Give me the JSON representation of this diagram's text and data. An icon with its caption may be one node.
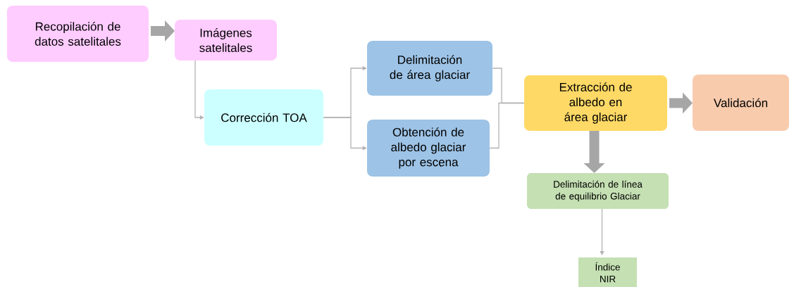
{
  "diagram": {
    "nodes": [
      {
        "text": [
          "Recopilación de datos satelitales"
        ]
      },
      {
        "text": [
          "Imágenes satelitales"
        ]
      },
      {
        "text": [
          "Corrección TOA"
        ]
      },
      {
        "text": [
          "Delimitación de área glaciar"
        ]
      },
      {
        "text": [
          "Obtención de albedo glaciar por escena"
        ]
      },
      {
        "text": [
          "Extracción de albedo en área glaciar"
        ]
      },
      {
        "text": [
          "Validación"
        ]
      },
      {
        "text": [
          "Delimitación de línea de equilibrio Glaciar"
        ]
      },
      {
        "text": [
          "Índice NIR"
        ]
      }
    ],
    "edges": [
      {
        "from": 0,
        "to": 1,
        "arrow": "to",
        "style": "thick"
      },
      {
        "from": 1,
        "to": 2,
        "arrow": "to"
      },
      {
        "from": 2,
        "to": 3,
        "arrow": "to"
      },
      {
        "from": 2,
        "to": 4,
        "arrow": "to"
      },
      {
        "from": 3,
        "to": 5,
        "arrow": "none"
      },
      {
        "from": 4,
        "to": 5,
        "arrow": "none"
      },
      {
        "from": 5,
        "to": 6,
        "arrow": "to",
        "style": "thick"
      },
      {
        "from": 5,
        "to": 7,
        "arrow": "to",
        "style": "thick"
      },
      {
        "from": 7,
        "to": 8,
        "arrow": "to"
      }
    ]
  }
}
